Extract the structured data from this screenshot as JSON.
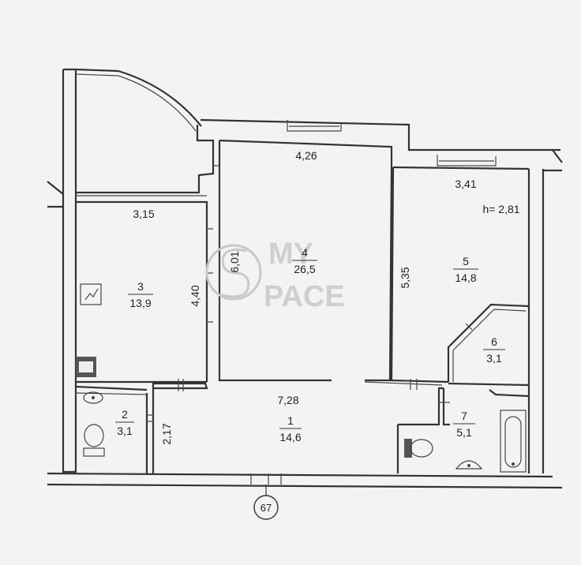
{
  "watermark": {
    "line1": "MY",
    "line2": "PACE"
  },
  "rooms": [
    {
      "number": "1",
      "area": "14,6"
    },
    {
      "number": "2",
      "area": "3,1"
    },
    {
      "number": "3",
      "area": "13,9"
    },
    {
      "number": "4",
      "area": "26,5"
    },
    {
      "number": "5",
      "area": "14,8"
    },
    {
      "number": "6",
      "area": "3,1"
    },
    {
      "number": "7",
      "area": "5,1"
    }
  ],
  "dimensions": {
    "room4_width": "4,26",
    "room4_length": "6,01",
    "room3_width": "3,15",
    "room3_length": "4,40",
    "room5_width": "3,41",
    "room5_length": "5,35",
    "corridor_width": "7,28",
    "corridor_depth": "2,17",
    "ceiling_height": "h= 2,81"
  },
  "axis_marker": "67"
}
